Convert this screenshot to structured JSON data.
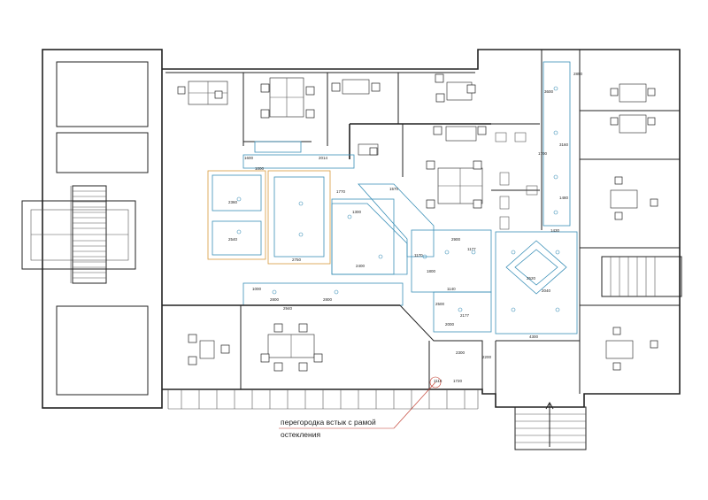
{
  "note": {
    "line1": "перегородка встык с рамой",
    "line2": "остекления"
  },
  "dimensions": {
    "d2360": "2360",
    "d2540": "2540",
    "d2750": "2750",
    "d2014": "2014",
    "d1770": "1770",
    "d1000a": "1000",
    "d1000b": "1000",
    "d2800a": "2800",
    "d2800b": "2800",
    "d2400": "2400",
    "d1170": "1170",
    "d1177": "1177",
    "d2177": "2177",
    "d1800": "1800",
    "d1140": "1140",
    "d2000": "2000",
    "d2900": "2900",
    "d2500": "2500",
    "d2940": "2940",
    "d2300": "2300",
    "d2200": "2200",
    "d1720": "1720",
    "d1118": "1118",
    "d4300": "4300",
    "d1430": "1430",
    "d1700": "1700",
    "d1480": "1480",
    "d2850": "2850",
    "d3600": "3600",
    "d3160": "3160",
    "d2520": "2520",
    "d2040": "2040",
    "d1300": "1300",
    "d1600": "1600",
    "d1570": "1570"
  },
  "colors": {
    "walls": "#222222",
    "ceiling_blue": "#3a8fb7",
    "ceiling_orange": "#d89a3c",
    "leader_red": "#c0392b"
  }
}
